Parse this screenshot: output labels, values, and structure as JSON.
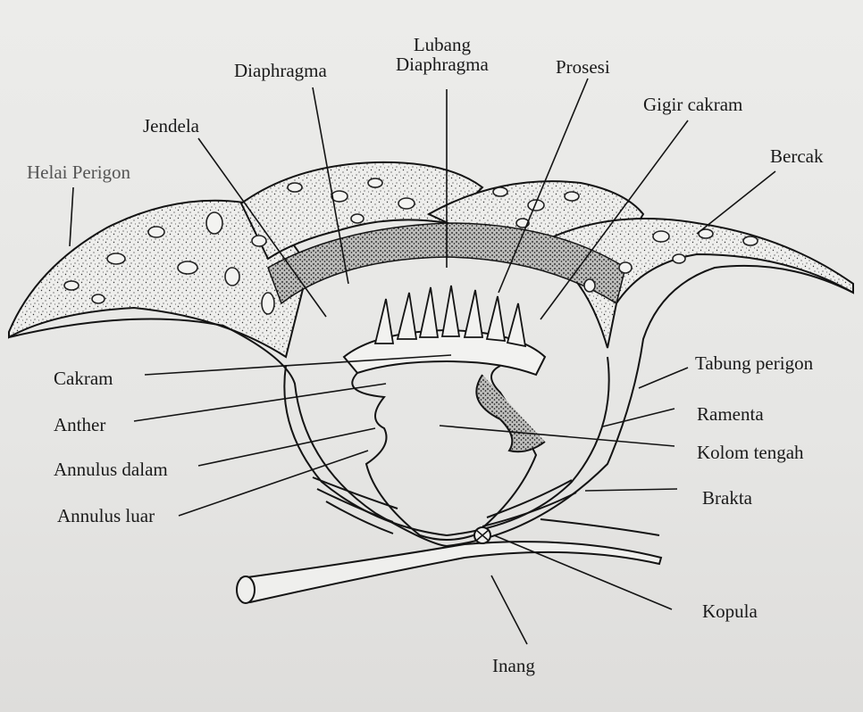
{
  "labels": {
    "lubang_diaphragma": [
      "Lubang",
      "Diaphragma"
    ],
    "diaphragma": "Diaphragma",
    "prosesi": "Prosesi",
    "gigir_cakram": "Gigir cakram",
    "jendela": "Jendela",
    "bercak": "Bercak",
    "helai_perigon": "Helai Perigon",
    "tabung_perigon": "Tabung perigon",
    "cakram": "Cakram",
    "ramenta": "Ramenta",
    "anther": "Anther",
    "kolom_tengah": "Kolom tengah",
    "annulus_dalam": "Annulus dalam",
    "brakta": "Brakta",
    "annulus_luar": "Annulus luar",
    "kopula": "Kopula",
    "inang": "Inang"
  },
  "colors": {
    "ink": "#141414",
    "paper": "#e8e8e6",
    "helai_label": "#555555"
  }
}
